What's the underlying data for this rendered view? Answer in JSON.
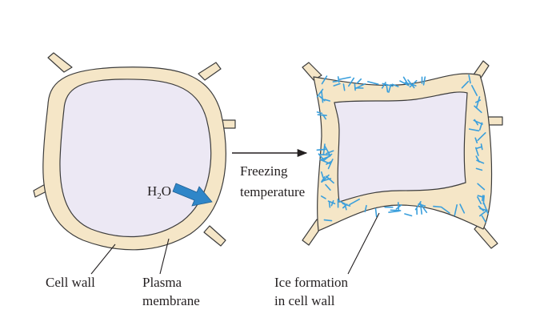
{
  "colors": {
    "cell_wall_fill": "#f5e6c7",
    "cytoplasm_fill": "#ece8f4",
    "water_arrow": "#2f86c8",
    "ice_crystals": "#3a9fdc",
    "outline": "#3c3c3c"
  },
  "left_cell": {
    "water_label_main": "H",
    "water_label_sub": "2",
    "water_label_end": "O",
    "cell_wall_label": "Cell wall",
    "membrane_label_line1": "Plasma",
    "membrane_label_line2": "membrane"
  },
  "transition": {
    "line1": "Freezing",
    "line2": "temperature"
  },
  "right_cell": {
    "ice_label_line1": "Ice formation",
    "ice_label_line2": "in cell wall"
  }
}
